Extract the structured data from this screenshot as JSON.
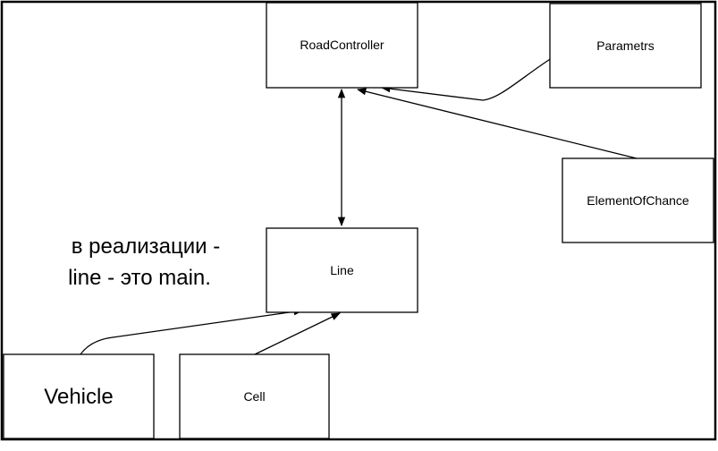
{
  "nodes": {
    "road_controller": "RoadController",
    "parametrs": "Parametrs",
    "element_of_chance": "ElementOfChance",
    "line": "Line",
    "vehicle": "Vehicle",
    "cell": "Cell"
  },
  "note": {
    "line1": "в реализации -",
    "line2": "line - это main."
  }
}
